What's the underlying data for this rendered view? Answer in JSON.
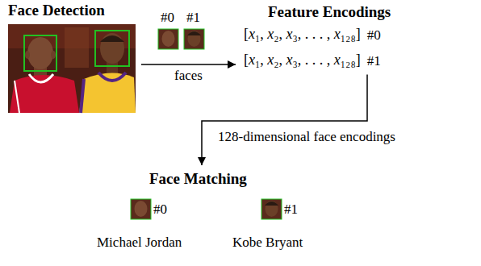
{
  "diagram": {
    "nodes": [
      {
        "text": [
          "Face Detection"
        ]
      },
      {
        "text": [
          "Feature Encodings",
          "[x₁, x₂, x₃, . . . , x₁₂₈]",
          "#0",
          "[x₁, x₂, x₃, . . . , x₁₂₈]",
          "#1"
        ]
      },
      {
        "text": [
          "Face Matching",
          "#0",
          "Michael Jordan",
          "#1",
          "Kobe Bryant"
        ]
      }
    ],
    "edges": [
      {
        "from": 0,
        "to": 1,
        "arrow": "to",
        "label": "faces"
      },
      {
        "from": 1,
        "to": 2,
        "arrow": "to",
        "label": "128-dimensional face encodings"
      }
    ],
    "labels": [
      "#0",
      "#1"
    ]
  }
}
